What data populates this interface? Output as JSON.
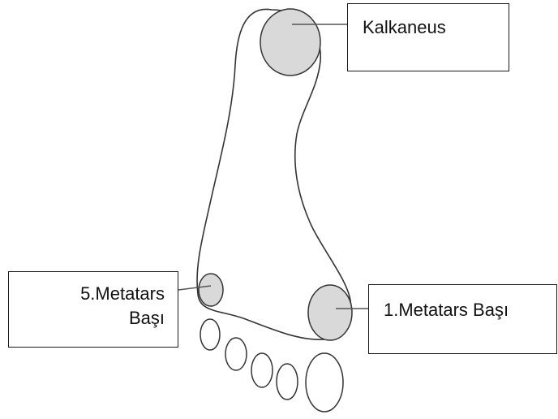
{
  "labels": {
    "kalkaneus": "Kalkaneus",
    "fifth_metatarsal_line1": "5.Metatars",
    "fifth_metatarsal_line2": "Başı",
    "first_metatarsal": "1.Metatars Başı"
  },
  "colors": {
    "background": "#ffffff",
    "outline": "#333333",
    "pressure_fill": "#d9d9d9",
    "label_border": "#1a1a1a",
    "label_text": "#111111"
  }
}
